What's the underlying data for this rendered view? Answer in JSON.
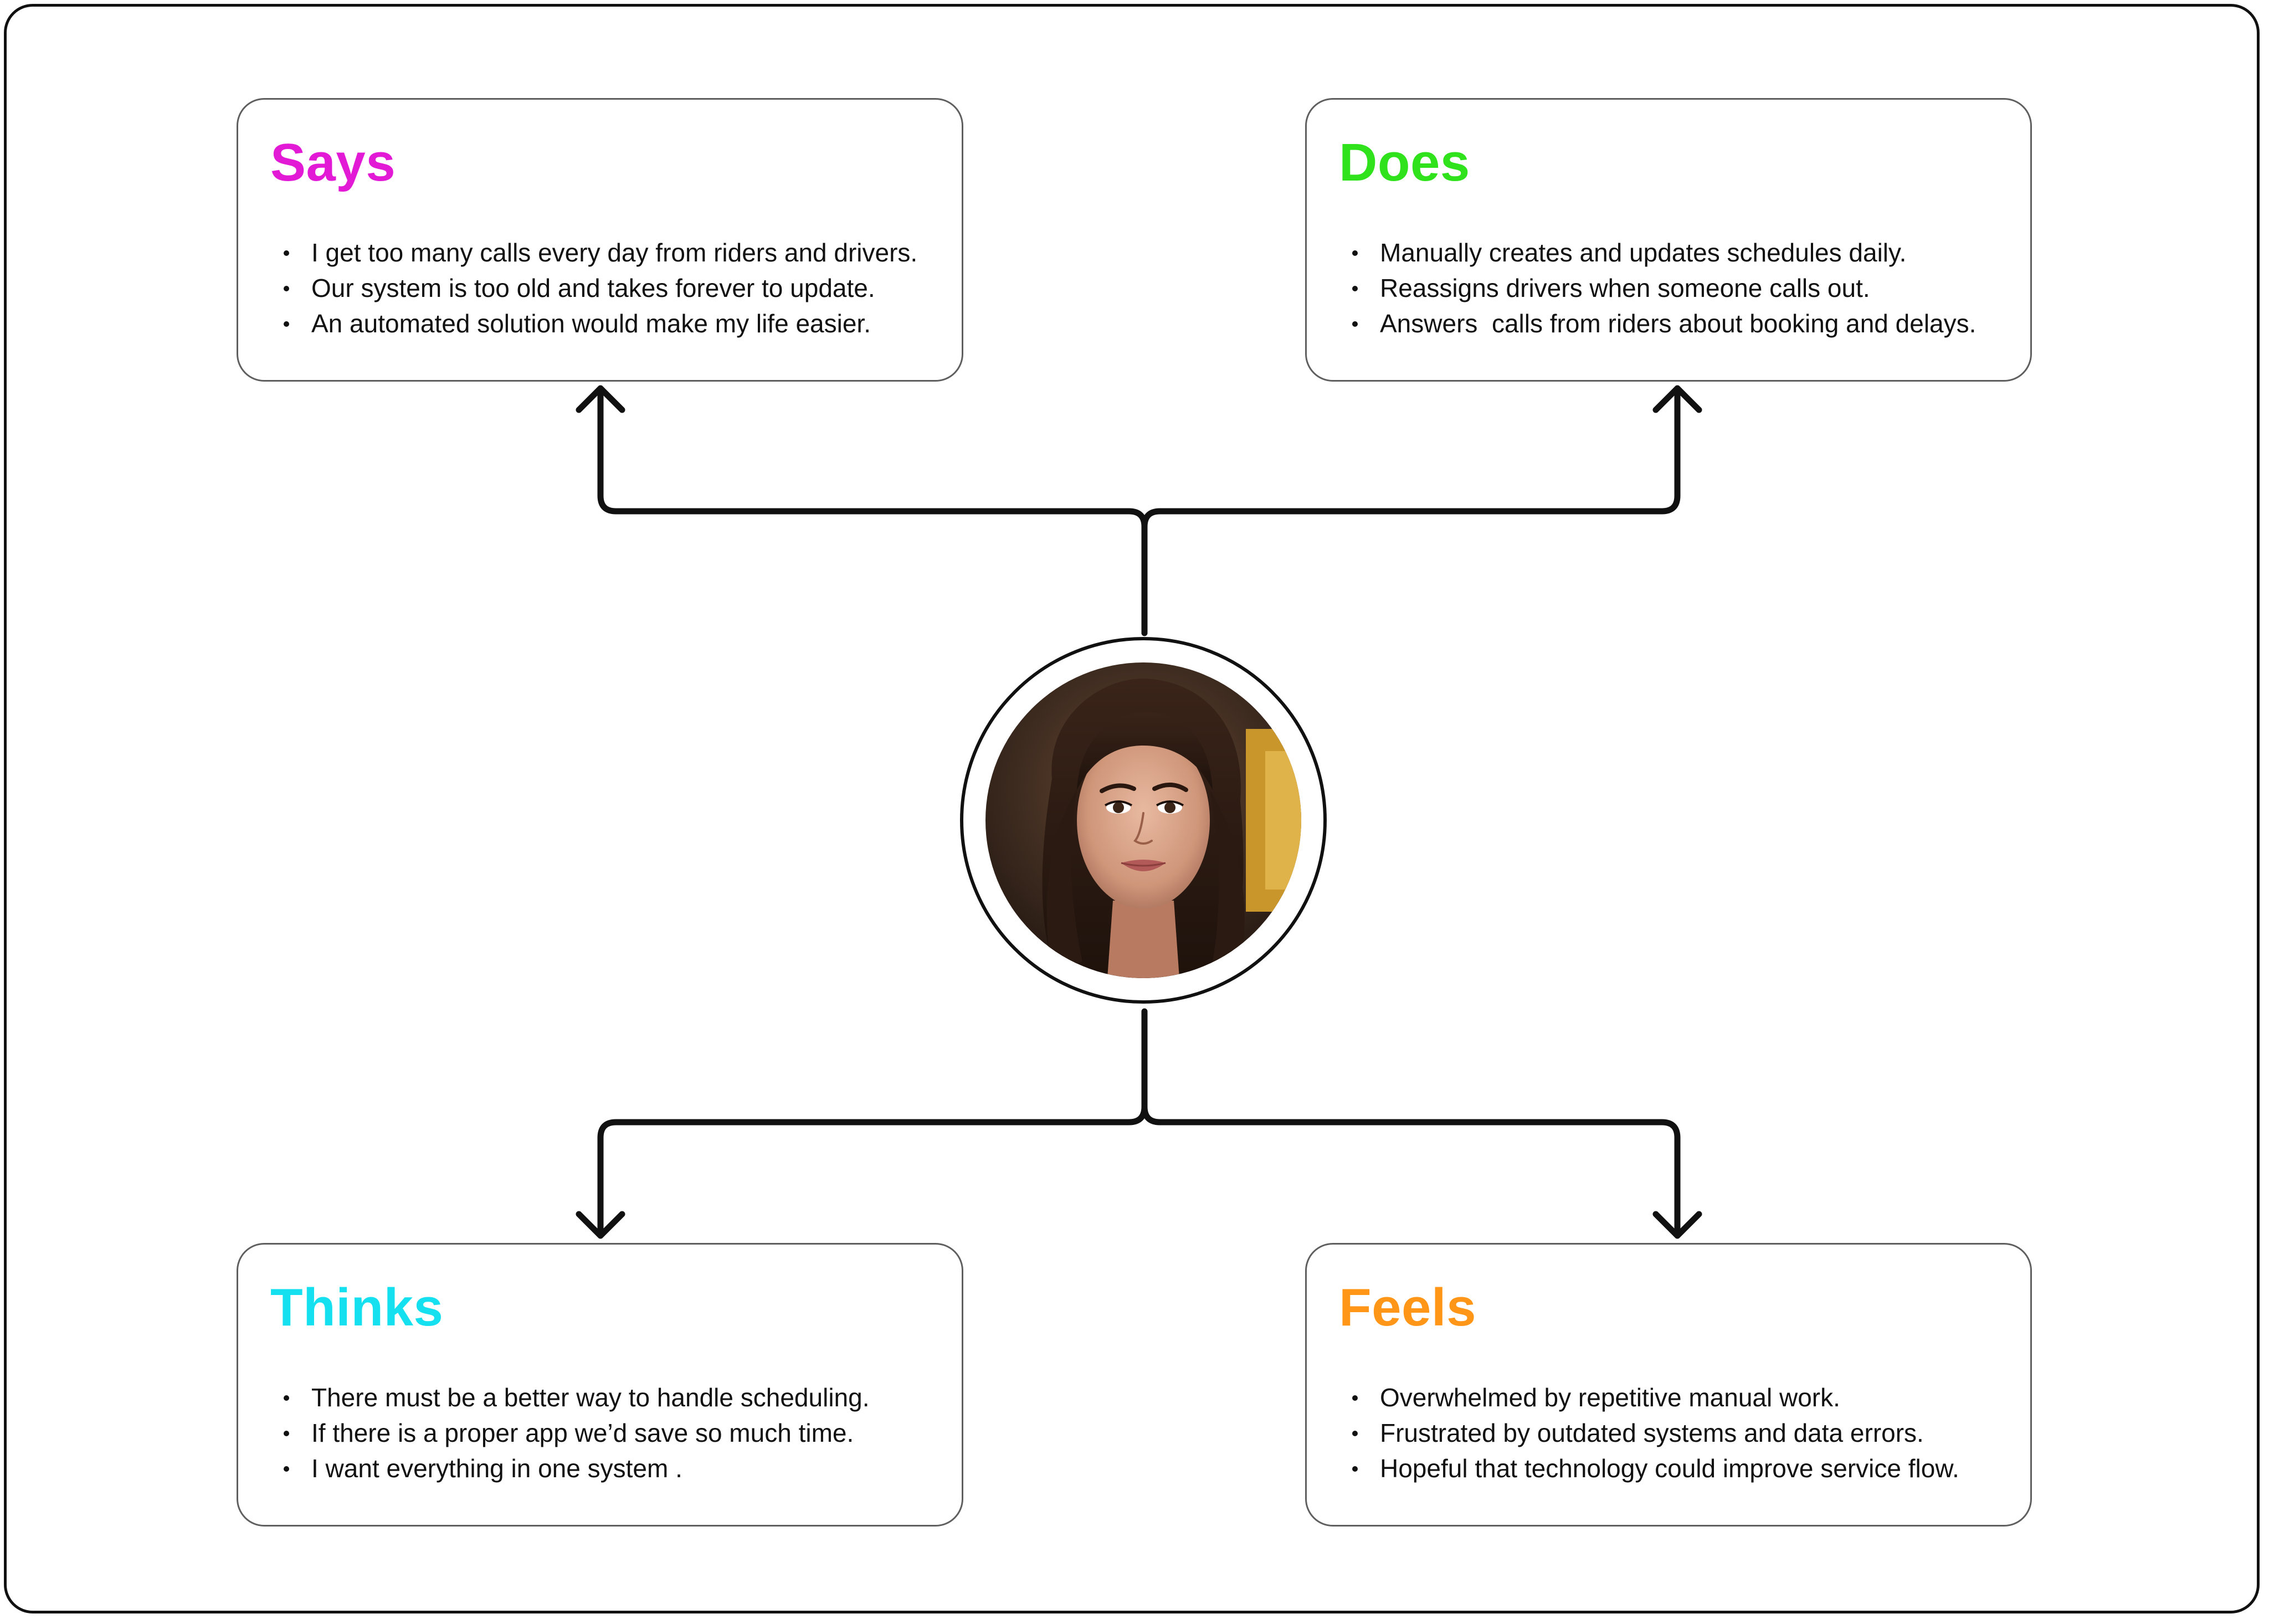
{
  "diagram": {
    "kind": "empathy map",
    "center": {
      "icon": "person-portrait-photo",
      "description_hidden": ""
    },
    "quadrants": {
      "says": {
        "title": "Says",
        "color": "#e21ad6",
        "items": [
          "I get too many calls every day from riders and drivers.",
          "Our system is too old and takes forever to update.",
          "An automated solution would make my life easier."
        ]
      },
      "does": {
        "title": "Does",
        "color": "#2fe21c",
        "items": [
          "Manually creates and updates schedules daily.",
          "Reassigns drivers when someone calls out.",
          "Answers  calls from riders about booking and delays."
        ]
      },
      "thinks": {
        "title": "Thinks",
        "color": "#14e0ef",
        "items": [
          "There must be a better way to handle scheduling.",
          "If there is a proper app we’d save so much time.",
          "I want everything in one system ."
        ]
      },
      "feels": {
        "title": "Feels",
        "color": "#ff9618",
        "items": [
          "Overwhelmed by repetitive manual work.",
          "Frustrated by outdated systems and data errors.",
          "Hopeful that technology could improve service flow."
        ]
      }
    },
    "connector_color": "#111111",
    "border_color": "#111111"
  }
}
